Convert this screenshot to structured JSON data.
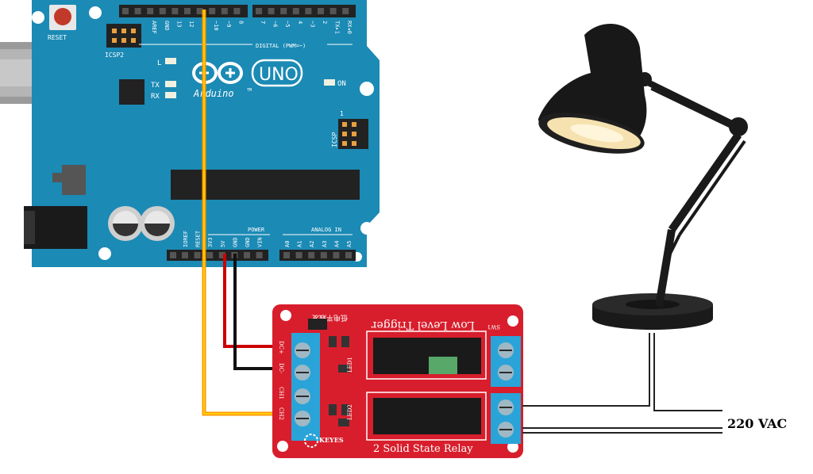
{
  "arduino": {
    "reset_label": "RESET",
    "icsp2_label": "ICSP2",
    "icsp_label": "ICSP",
    "icsp_pin1": "1",
    "l_label": "L",
    "tx_label": "TX",
    "rx_label": "RX",
    "on_label": "ON",
    "uno_label": "UNO",
    "brand_label": "Arduino",
    "tm_label": "TM",
    "digital_label": "DIGITAL (PWM=~)",
    "power_label": "POWER",
    "analog_label": "ANALOG IN",
    "top_pins": [
      "AREF",
      "GND",
      "13",
      "12",
      "~11",
      "~10",
      "~9",
      "8",
      "7",
      "~6",
      "~5",
      "4",
      "~3",
      "2",
      "TX▸1",
      "RX◂0"
    ],
    "bottom_power_pins": [
      "IOREF",
      "RESET",
      "3V3",
      "5V",
      "GND",
      "GND",
      "VIN"
    ],
    "bottom_analog_pins": [
      "A0",
      "A1",
      "A2",
      "A3",
      "A4",
      "A5"
    ],
    "colors": {
      "board": "#1b8ab5",
      "header": "#222222"
    }
  },
  "relay": {
    "title": "Low Level Trigger",
    "chinese_text": "低电平触发",
    "name": "2 Solid State Relay",
    "brand": "KEYES",
    "sw_label": "SW1",
    "pins": [
      "DC+",
      "DC-",
      "CH1",
      "CH2"
    ],
    "led_labels": [
      "LED1",
      "LED2"
    ],
    "colors": {
      "board": "#d81e2c",
      "terminal": "#2aa4d8",
      "relay_body": "#1a1a1a"
    }
  },
  "power_source": {
    "label": "220 VAC"
  },
  "wires": {
    "colors": {
      "vcc": "#cc0000",
      "gnd": "#111111",
      "signal": "#ff9800",
      "signal_inner": "#ffe000",
      "mains": "#222222"
    }
  }
}
